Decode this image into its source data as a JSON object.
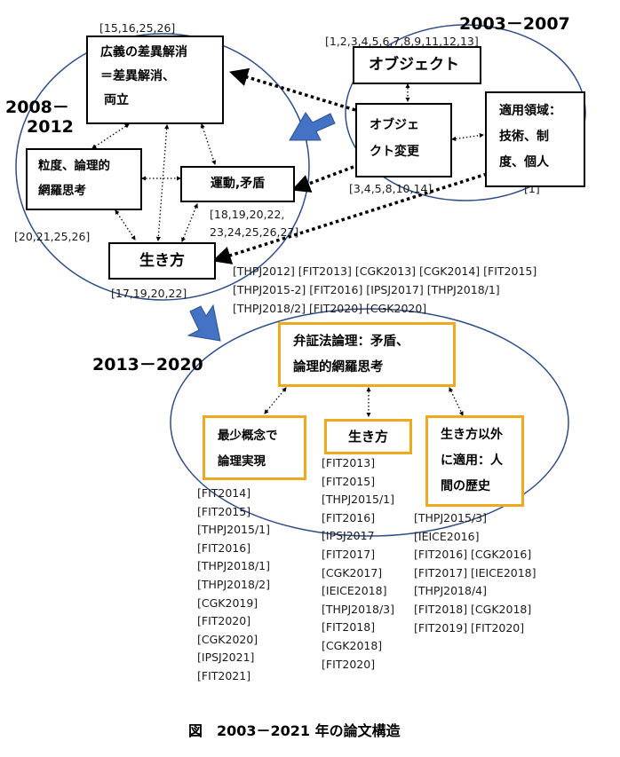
{
  "periods": {
    "p2003": "2003－2007",
    "p2008_line1": "2008－",
    "p2008_line2": "2012",
    "p2013": "2013－2020"
  },
  "boxes": {
    "kougi_line1": "広義の差異解消",
    "kougi_line2": "＝差異解消、",
    "kougi_line3": "両立",
    "ryudo_line1": "粒度、論理的",
    "ryudo_line2": "網羅思考",
    "undou": "運動,矛盾",
    "ikikata_top": "生き方",
    "object": "オブジェクト",
    "objhen_line1": "オブジェ",
    "objhen_line2": "クト変更",
    "tekiyo_line1": "適用領域：",
    "tekiyo_line2": "技術、制",
    "tekiyo_line3": "度、個人",
    "bensho_line1": "弁証法論理：矛盾、",
    "bensho_line2": "論理的網羅思考",
    "saisho_line1": "最少概念で",
    "saisho_line2": "論理実現",
    "ikikata_bottom": "生き方",
    "igai_line1": "生き方以外",
    "igai_line2": "に適用：人",
    "igai_line3": "間の歴史"
  },
  "refs": {
    "r_15_26": "[15,16,25,26]",
    "r_1_13": "[1,2,3,4,5,6,7,8,9,11,12,13]",
    "r_3_14": "[3,4,5,8,10,14]",
    "r_1": "[1]",
    "r_18_27_a": "[18,19,20,22,",
    "r_18_27_b": "23,24,25,26,27]",
    "r_20_26": "[20,21,25,26]",
    "r_17_22": "[17,19,20,22]"
  },
  "ref_rows": {
    "row1": "[THPJ2012] [FIT2013] [CGK2013] [CGK2014]   [FIT2015]",
    "row2": "[THPJ2015-2] [FIT2016] [IPSJ2017]   [THPJ2018/1]",
    "row3": "[THPJ2018/2] [FIT2020] [CGK2020]"
  },
  "columns": {
    "left": [
      "[FIT2014]",
      "[FIT2015]",
      "[THPJ2015/1]",
      "[FIT2016]",
      "[THPJ2018/1]",
      "[THPJ2018/2]",
      "[CGK2019]",
      "[FIT2020]",
      "[CGK2020]",
      "[IPSJ2021]",
      "[FIT2021]"
    ],
    "middle": [
      "[FIT2013]",
      "[FIT2015]",
      "[THPJ2015/1]",
      "[FIT2016]",
      "[IPSJ2017",
      "[FIT2017]",
      "[CGK2017]",
      "[IEICE2018]",
      "[THPJ2018/3]",
      "[FIT2018]",
      "[CGK2018]",
      "[FIT2020]"
    ],
    "right": [
      "[THPJ2015/3]",
      "[IEICE2016]",
      "[FIT2016] [CGK2016]",
      "[FIT2017] [IEICE2018]",
      "[THPJ2018/4]",
      "[FIT2018] [CGK2018]",
      "[FIT2019] [FIT2020]"
    ]
  },
  "caption": "図　2003－2021 年の論文構造",
  "colors": {
    "ellipse": "#2f4e86",
    "arrow_fill": "#4472c4",
    "yellow_border": "#f0a81c"
  }
}
